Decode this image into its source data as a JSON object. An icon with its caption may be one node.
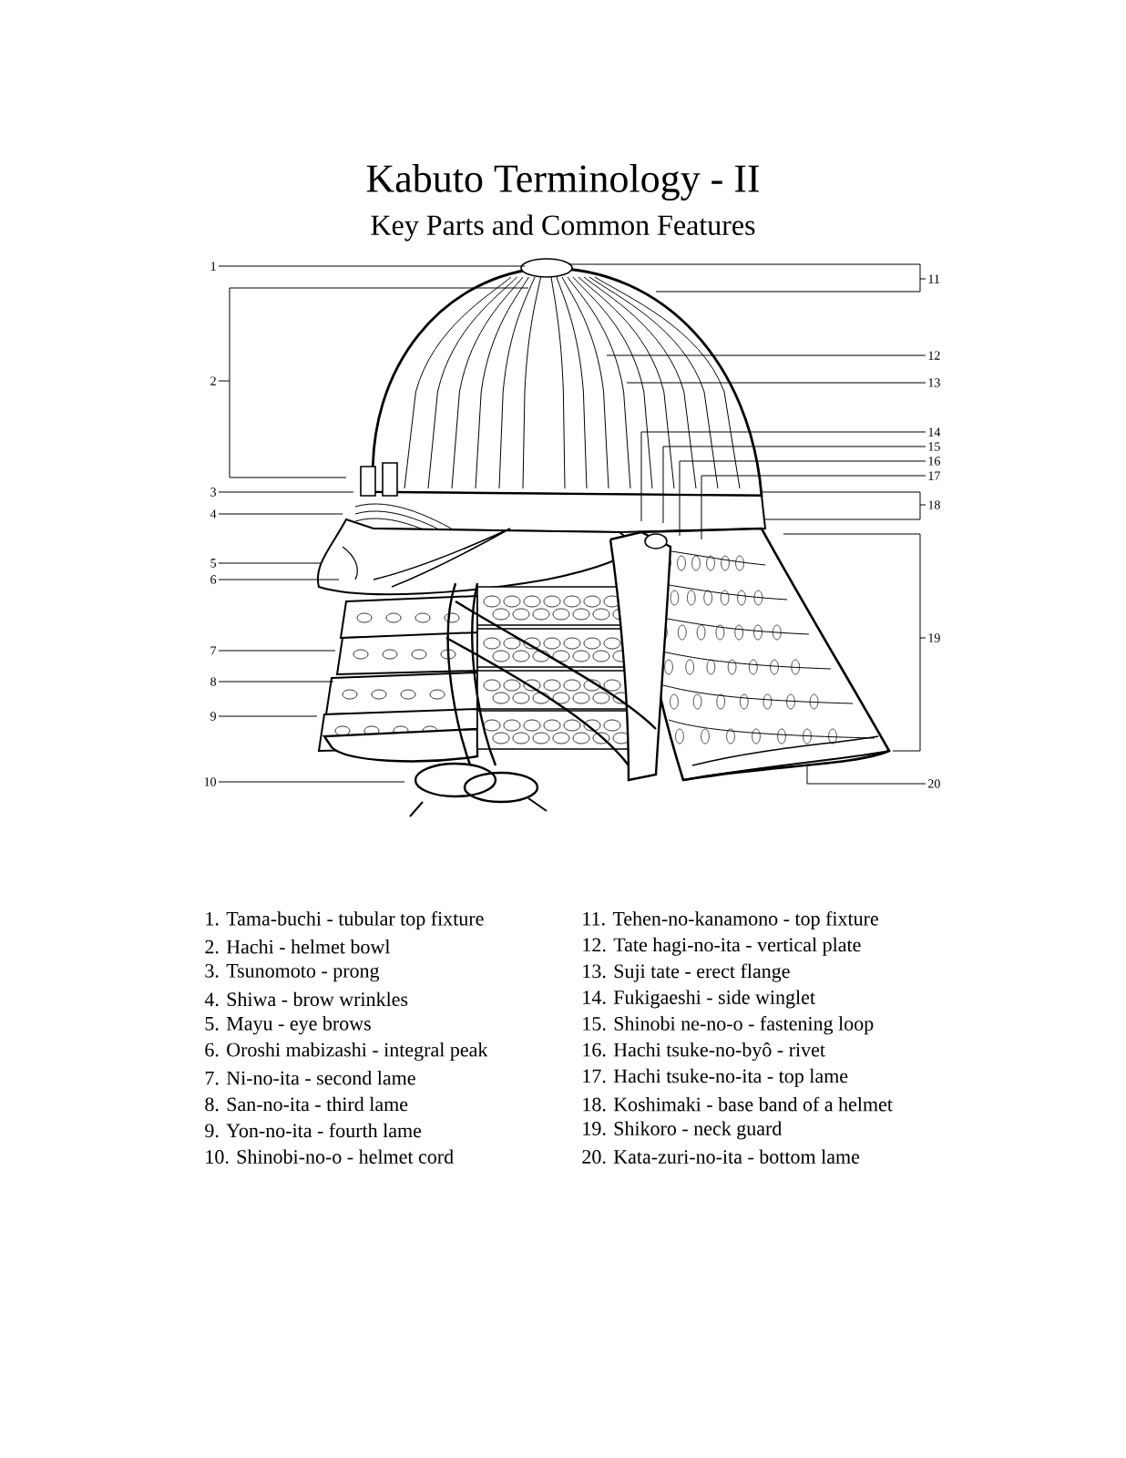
{
  "diagram": {
    "title": "Kabuto Terminology - II",
    "nodes": [
      {
        "text": [
          "1"
        ]
      },
      {
        "text": [
          "2"
        ]
      },
      {
        "text": [
          "3"
        ]
      },
      {
        "text": [
          "4"
        ]
      },
      {
        "text": [
          "5"
        ]
      },
      {
        "text": [
          "6"
        ]
      },
      {
        "text": [
          "7"
        ]
      },
      {
        "text": [
          "8"
        ]
      },
      {
        "text": [
          "9"
        ]
      },
      {
        "text": [
          "10"
        ]
      },
      {
        "text": [
          "11"
        ]
      },
      {
        "text": [
          "12"
        ]
      },
      {
        "text": [
          "13"
        ]
      },
      {
        "text": [
          "14"
        ]
      },
      {
        "text": [
          "15"
        ]
      },
      {
        "text": [
          "16"
        ]
      },
      {
        "text": [
          "17"
        ]
      },
      {
        "text": [
          "18"
        ]
      },
      {
        "text": [
          "19"
        ]
      },
      {
        "text": [
          "20"
        ]
      }
    ],
    "edges": [
      {
        "from": 0,
        "to": null,
        "arrow": "none"
      },
      {
        "from": 1,
        "to": null,
        "arrow": "none"
      },
      {
        "from": 2,
        "to": null,
        "arrow": "none"
      },
      {
        "from": 3,
        "to": null,
        "arrow": "none"
      },
      {
        "from": 4,
        "to": null,
        "arrow": "none"
      },
      {
        "from": 5,
        "to": null,
        "arrow": "none"
      },
      {
        "from": 6,
        "to": null,
        "arrow": "none"
      },
      {
        "from": 7,
        "to": null,
        "arrow": "none"
      },
      {
        "from": 8,
        "to": null,
        "arrow": "none"
      },
      {
        "from": 9,
        "to": null,
        "arrow": "none"
      },
      {
        "from": 10,
        "to": null,
        "arrow": "none"
      },
      {
        "from": 11,
        "to": null,
        "arrow": "none"
      },
      {
        "from": 12,
        "to": null,
        "arrow": "none"
      },
      {
        "from": 13,
        "to": null,
        "arrow": "none"
      },
      {
        "from": 14,
        "to": null,
        "arrow": "none"
      },
      {
        "from": 15,
        "to": null,
        "arrow": "none"
      },
      {
        "from": 16,
        "to": null,
        "arrow": "none"
      },
      {
        "from": 17,
        "to": null,
        "arrow": "none"
      },
      {
        "from": 18,
        "to": null,
        "arrow": "none"
      },
      {
        "from": 19,
        "to": null,
        "arrow": "none"
      }
    ],
    "labels": [
      "Key Parts and Common Features",
      "1. Tama-buchi - tubular top fixture",
      "2. Hachi - helmet bowl",
      "3. Tsunomoto - prong",
      "4. Shiwa - brow wrinkles",
      "5. Mayu - eye brows",
      "6. Oroshi mabizashi - integral peak",
      "7. Ni-no-ita - second lame",
      "8. San-no-ita - third lame",
      "9. Yon-no-ita - fourth lame",
      "10. Shinobi-no-o - helmet cord",
      "11. Tehen-no-kanamono - top fixture",
      "12. Tate hagi-no-ita - vertical plate",
      "13. Suji tate - erect flange",
      "14. Fukigaeshi - side winglet",
      "15. Shinobi ne-no-o - fastening loop",
      "16. Hachi tsuke-no-byô - rivet",
      "17. Hachi tsuke-no-ita - top lame",
      "18. Koshimaki - base band of a helmet",
      "19. Shikoro - neck guard",
      "20. Kata-zuri-no-ita - bottom lame"
    ]
  }
}
